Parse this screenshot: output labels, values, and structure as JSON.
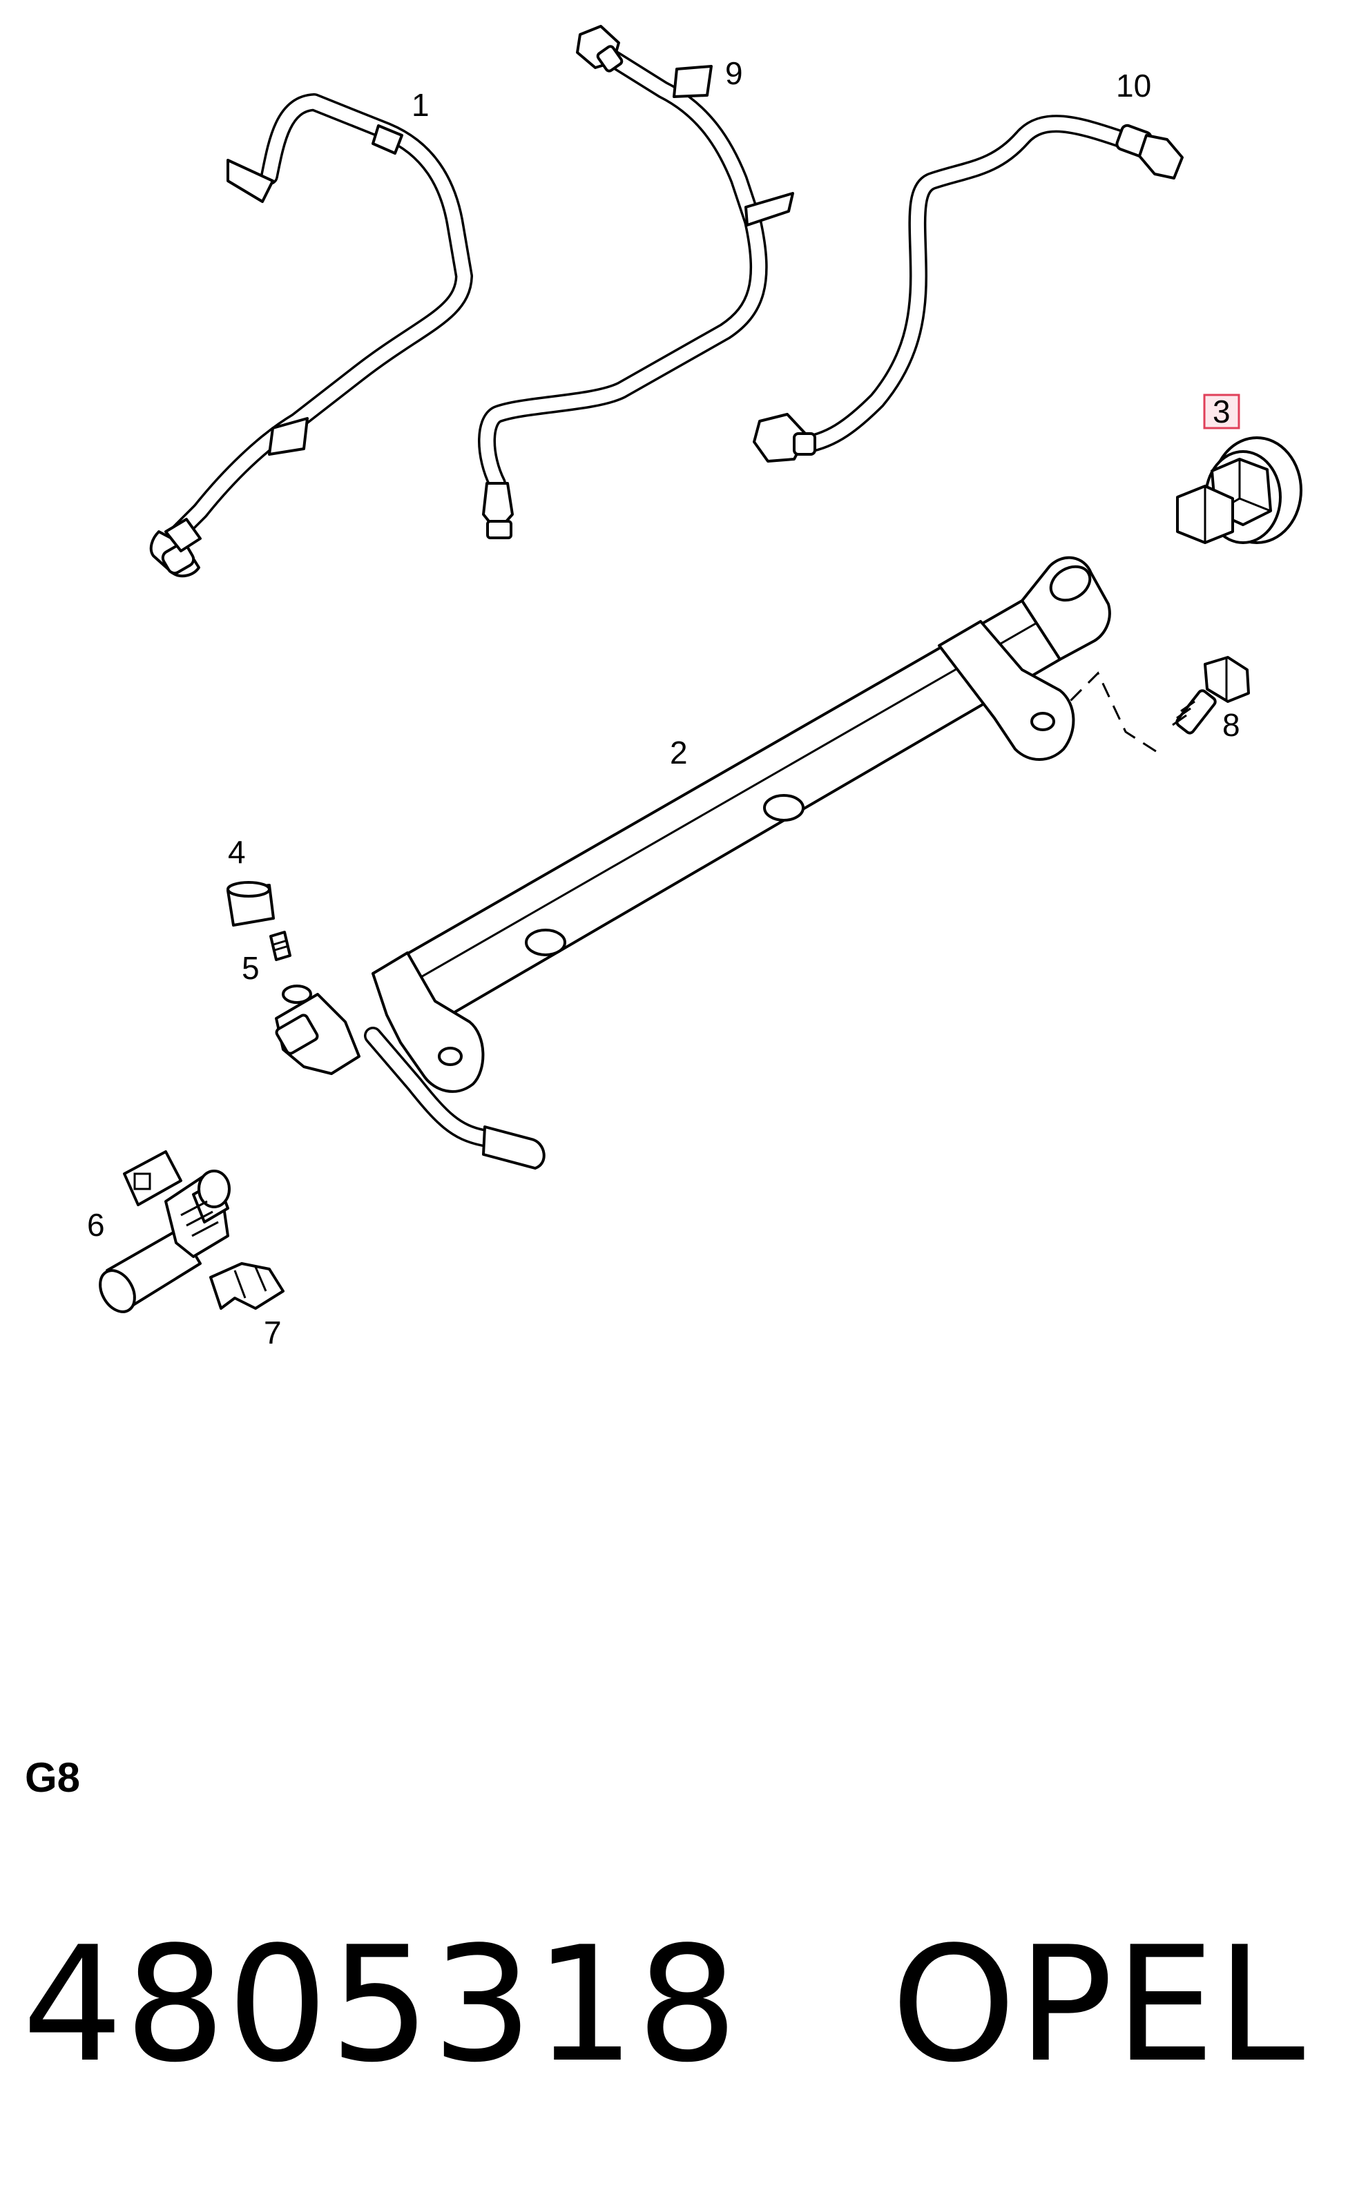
{
  "callouts": {
    "c1": "1",
    "c2": "2",
    "c3": "3",
    "c4": "4",
    "c5": "5",
    "c6": "6",
    "c7": "7",
    "c8": "8",
    "c9": "9",
    "c10": "10"
  },
  "highlighted_callout": "3",
  "highlight_color": "#e0405a",
  "model": "G8",
  "part_number": "4805318",
  "brand": "OPEL"
}
